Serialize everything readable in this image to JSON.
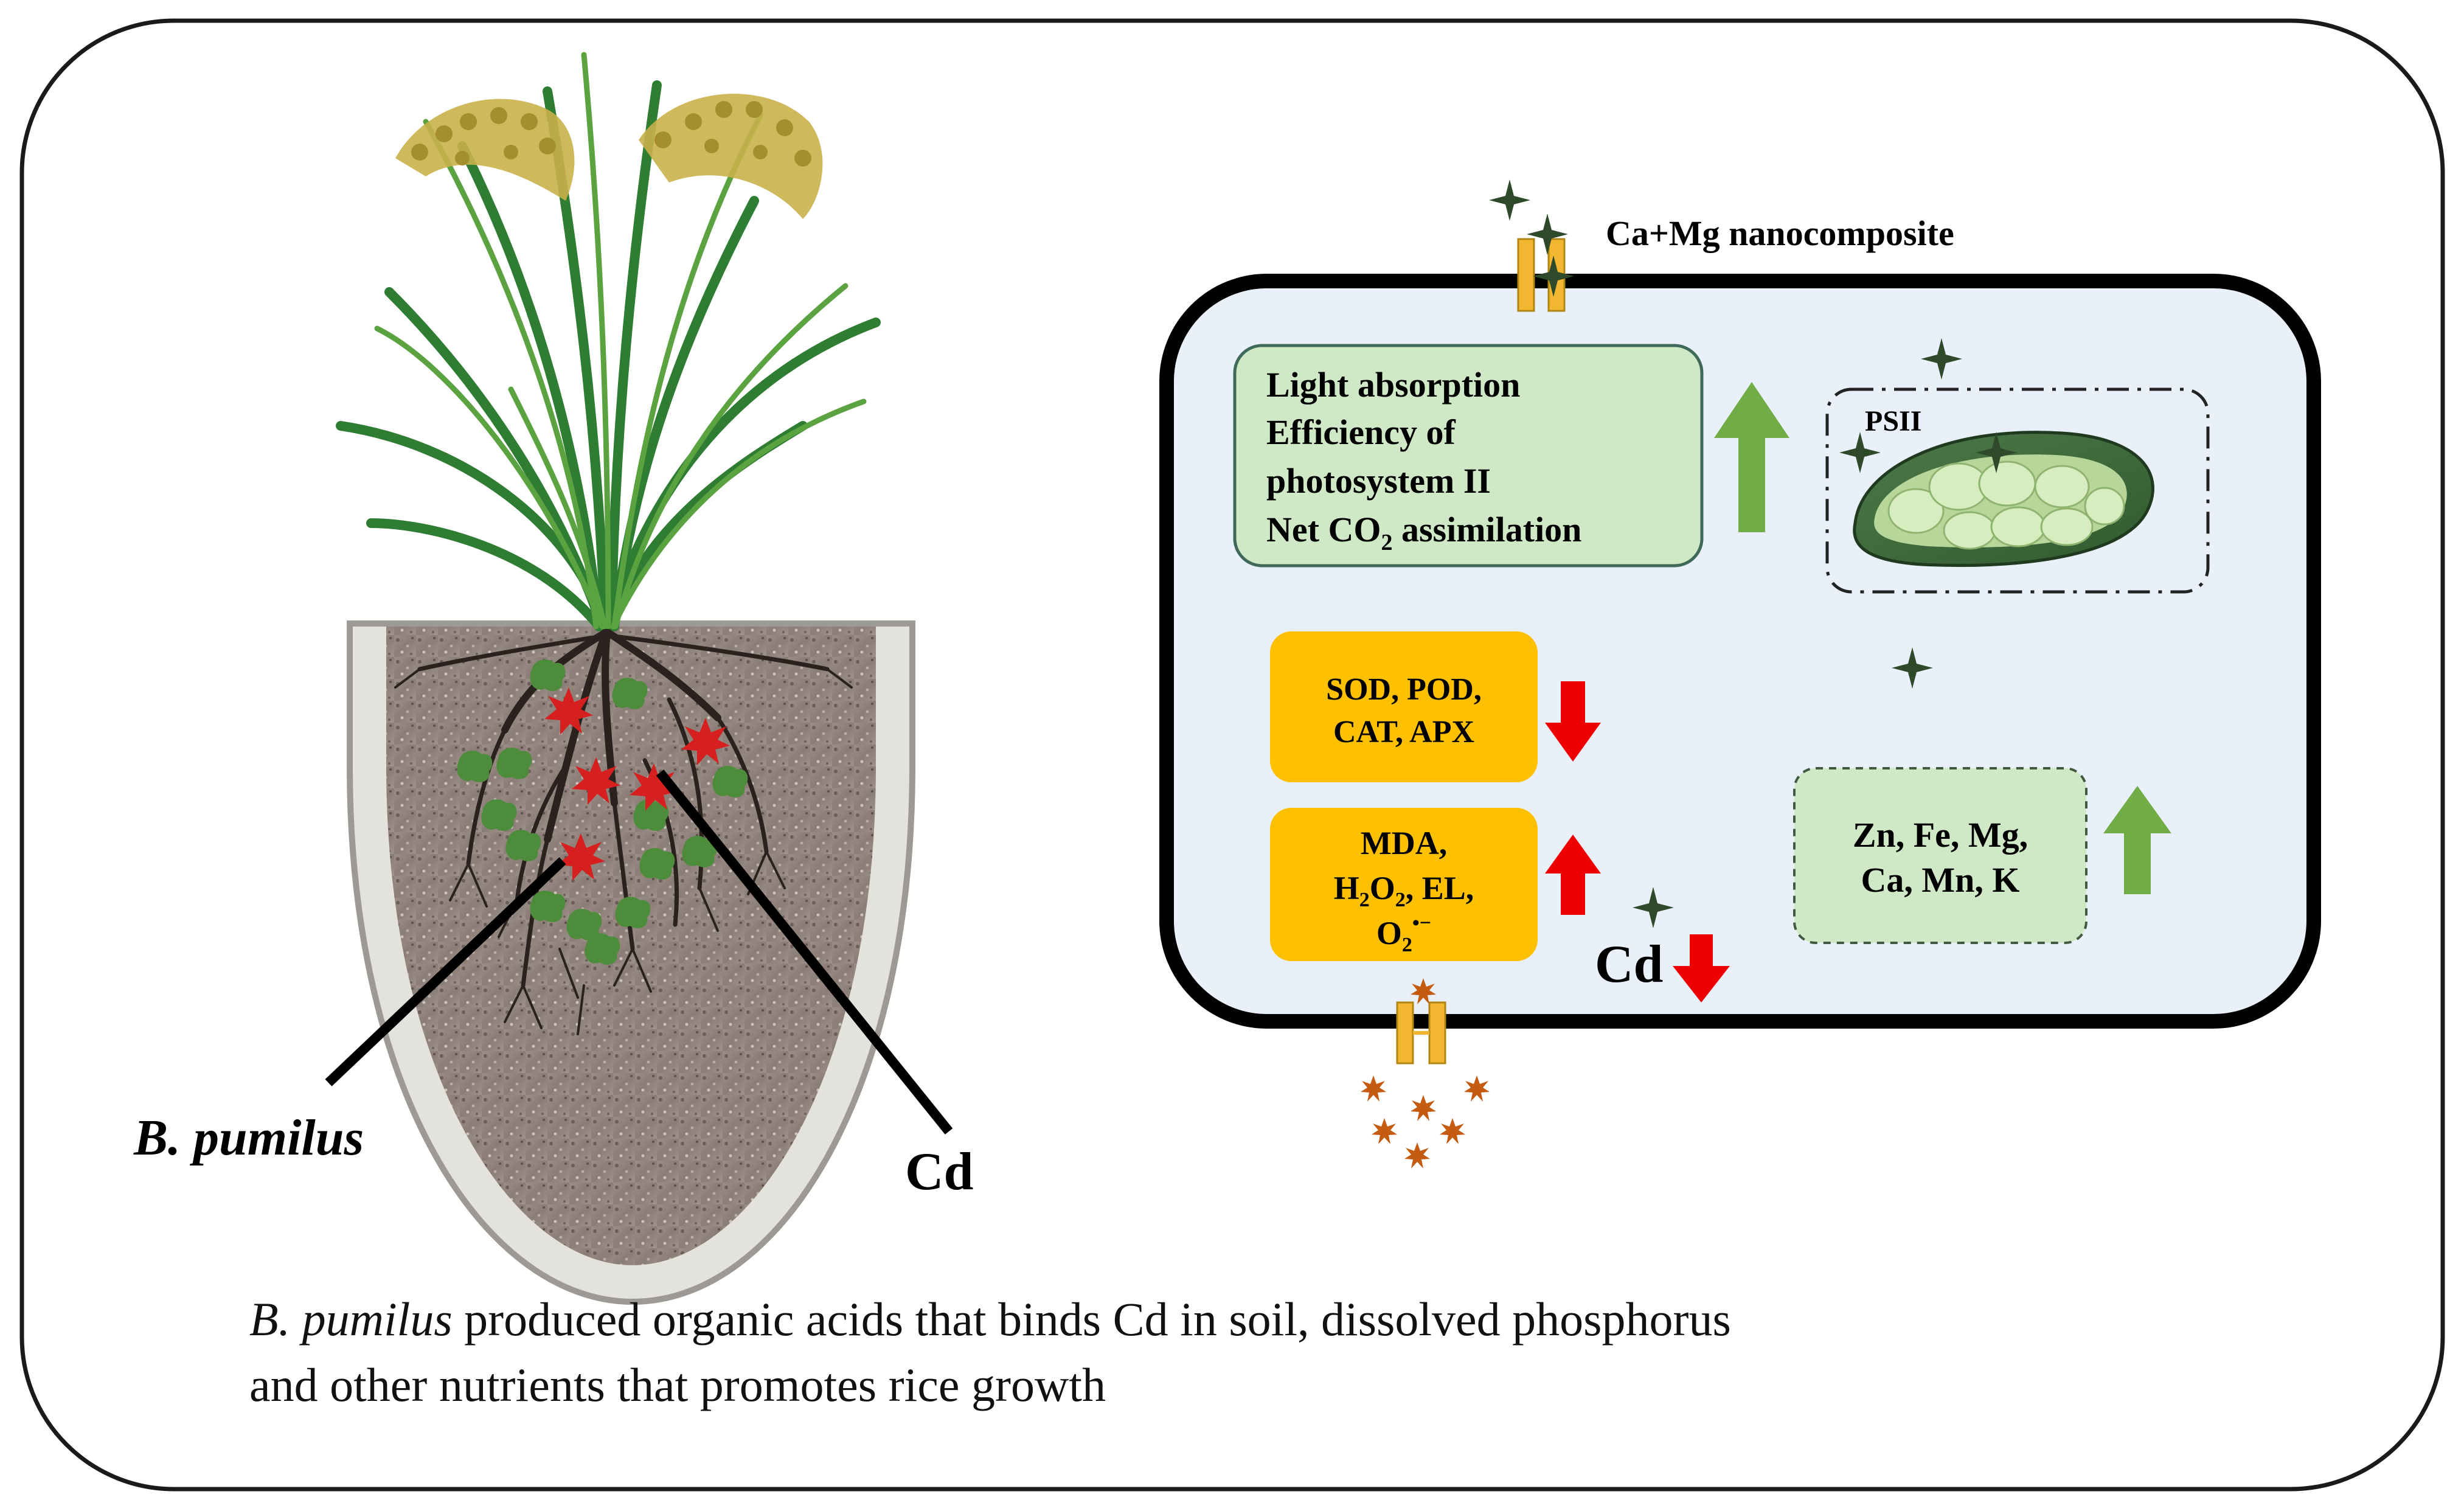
{
  "plant_panel": {
    "bacteria_label": "B. pumilus",
    "cd_label": "Cd"
  },
  "cell_panel": {
    "nanocomposite_label": "Ca+Mg nanocomposite",
    "photosynthesis": {
      "line1": "Light absorption",
      "line2": "Efficiency of",
      "line3": "photosystem II",
      "line4_pre": "Net CO",
      "line4_sub": "2",
      "line4_post": " assimilation",
      "trend": "up"
    },
    "psii_label": "PSII",
    "antioxidant_enzymes": {
      "line1": "SOD, POD,",
      "line2": "CAT, APX",
      "trend": "down"
    },
    "oxidative_markers": {
      "line1": "MDA,",
      "line2_h": "H",
      "line2_sub1": "2",
      "line2_o": "O",
      "line2_sub2": "2",
      "line2_post": ", EL,",
      "line3_o": "O",
      "line3_sub": "2",
      "line3_sup": "•−",
      "trend": "up"
    },
    "cd_uptake": {
      "label": "Cd",
      "trend": "down"
    },
    "nutrients": {
      "line1": "Zn, Fe, Mg,",
      "line2": "Ca, Mn, K",
      "trend": "up"
    }
  },
  "caption": {
    "italic": "B. pumilus",
    "line1_rest": " produced organic acids that binds Cd in soil, dissolved phosphorus",
    "line2": "and other nutrients that promotes rice growth"
  },
  "colors": {
    "cell_fill": "#e9f0fa",
    "green_box": "#cfe8c6",
    "orange_box": "#ffc000",
    "up_arrow_green": "#70ad47",
    "red_arrow": "#ee0000",
    "star_dark_green": "#2f4a2a",
    "cd_star_orange": "#c55a11",
    "channel_yellow": "#f2b630"
  }
}
